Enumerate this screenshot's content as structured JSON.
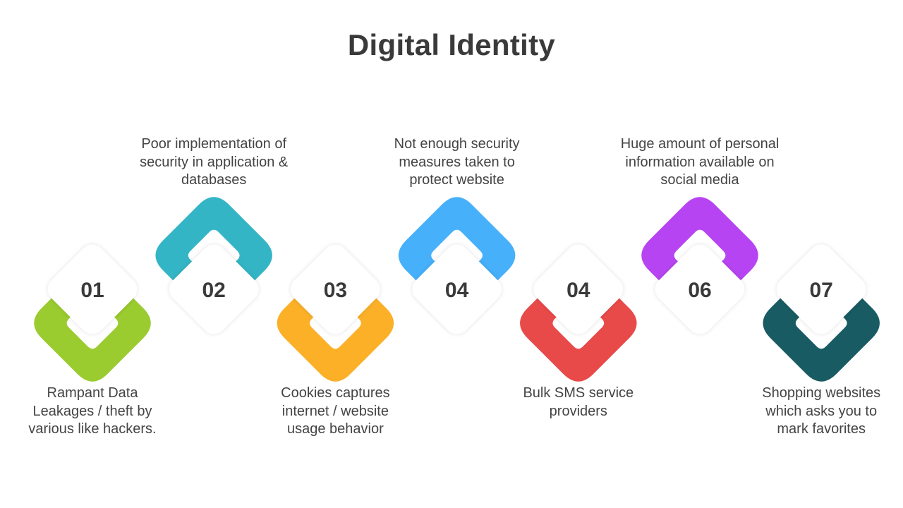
{
  "title": "Digital Identity",
  "steps": [
    {
      "number": "01",
      "text": "Rampant Data Leakages / theft by various like hackers.",
      "color": "#9acb2f",
      "position": "bottom"
    },
    {
      "number": "02",
      "text": "Poor implementation of security in application & databases",
      "color": "#33b5c6",
      "position": "top"
    },
    {
      "number": "03",
      "text": "Cookies captures internet / website usage behavior",
      "color": "#fbb027",
      "position": "bottom"
    },
    {
      "number": "04",
      "text": "Not enough security measures taken to protect website",
      "color": "#46b0fb",
      "position": "top"
    },
    {
      "number": "04",
      "text": "Bulk SMS service providers",
      "color": "#e84a49",
      "position": "bottom"
    },
    {
      "number": "06",
      "text": "Huge amount of personal information available on social media",
      "color": "#b744f2",
      "position": "top"
    },
    {
      "number": "07",
      "text": "Shopping websites which asks you to mark favorites",
      "color": "#185b63",
      "position": "bottom"
    }
  ]
}
